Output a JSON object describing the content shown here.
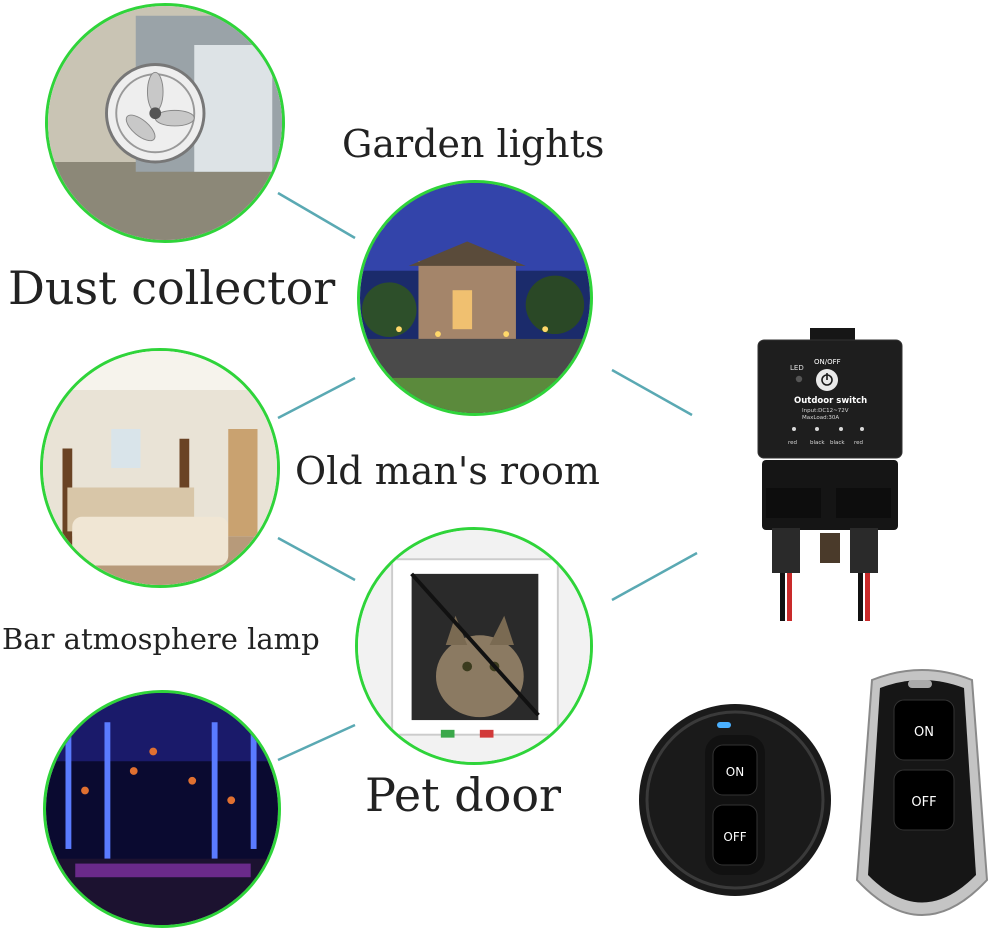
{
  "labels": {
    "garden": "Garden lights",
    "dust": "Dust collector",
    "old_man": "Old man's room",
    "bar": "Bar atmosphere lamp",
    "pet": "Pet door"
  },
  "device": {
    "led": "LED",
    "onoff": "ON/OFF",
    "name": "Outdoor switch",
    "input": "Input:DC12~72V",
    "maxload": "MaxLoad:30A",
    "wire_labels": [
      "red",
      "black",
      "black",
      "red"
    ]
  },
  "remote_round": {
    "on": "ON",
    "off": "OFF"
  },
  "remote_fob": {
    "on": "ON",
    "off": "OFF"
  },
  "colors": {
    "circle_border": "#2fd43a",
    "connector": "#5aa9b3",
    "text": "#222222"
  }
}
